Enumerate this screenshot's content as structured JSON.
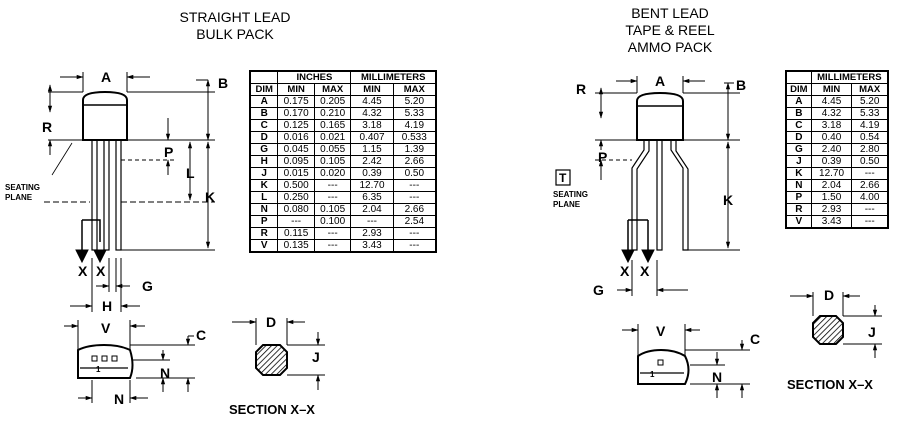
{
  "left": {
    "title": [
      "STRAIGHT LEAD",
      "BULK PACK"
    ],
    "labels": {
      "A": "A",
      "B": "B",
      "R": "R",
      "P": "P",
      "L": "L",
      "K": "K",
      "X1": "X",
      "X2": "X",
      "G": "G",
      "H": "H",
      "V": "V",
      "C": "C",
      "N1": "N",
      "N2": "N",
      "D": "D",
      "J": "J",
      "pin": "1"
    },
    "seating_plane": [
      "SEATING",
      "PLANE"
    ],
    "section": "SECTION X–X",
    "table": {
      "group_headers": [
        "INCHES",
        "MILLIMETERS"
      ],
      "col_headers": [
        "DIM",
        "MIN",
        "MAX",
        "MIN",
        "MAX"
      ],
      "rows": [
        [
          "A",
          "0.175",
          "0.205",
          "4.45",
          "5.20"
        ],
        [
          "B",
          "0.170",
          "0.210",
          "4.32",
          "5.33"
        ],
        [
          "C",
          "0.125",
          "0.165",
          "3.18",
          "4.19"
        ],
        [
          "D",
          "0.016",
          "0.021",
          "0.407",
          "0.533"
        ],
        [
          "G",
          "0.045",
          "0.055",
          "1.15",
          "1.39"
        ],
        [
          "H",
          "0.095",
          "0.105",
          "2.42",
          "2.66"
        ],
        [
          "J",
          "0.015",
          "0.020",
          "0.39",
          "0.50"
        ],
        [
          "K",
          "0.500",
          "---",
          "12.70",
          "---"
        ],
        [
          "L",
          "0.250",
          "---",
          "6.35",
          "---"
        ],
        [
          "N",
          "0.080",
          "0.105",
          "2.04",
          "2.66"
        ],
        [
          "P",
          "---",
          "0.100",
          "---",
          "2.54"
        ],
        [
          "R",
          "0.115",
          "---",
          "2.93",
          "---"
        ],
        [
          "V",
          "0.135",
          "---",
          "3.43",
          "---"
        ]
      ]
    }
  },
  "right": {
    "title": [
      "BENT LEAD",
      "TAPE & REEL",
      "AMMO PACK"
    ],
    "labels": {
      "A": "A",
      "B": "B",
      "R": "R",
      "P": "P",
      "K": "K",
      "T": "T",
      "X1": "X",
      "X2": "X",
      "G": "G",
      "V": "V",
      "C": "C",
      "N": "N",
      "D": "D",
      "J": "J",
      "pin": "1"
    },
    "seating_plane": [
      "SEATING",
      "PLANE"
    ],
    "section": "SECTION X–X",
    "table": {
      "group_headers": [
        "MILLIMETERS"
      ],
      "col_headers": [
        "DIM",
        "MIN",
        "MAX"
      ],
      "rows": [
        [
          "A",
          "4.45",
          "5.20"
        ],
        [
          "B",
          "4.32",
          "5.33"
        ],
        [
          "C",
          "3.18",
          "4.19"
        ],
        [
          "D",
          "0.40",
          "0.54"
        ],
        [
          "G",
          "2.40",
          "2.80"
        ],
        [
          "J",
          "0.39",
          "0.50"
        ],
        [
          "K",
          "12.70",
          "---"
        ],
        [
          "N",
          "2.04",
          "2.66"
        ],
        [
          "P",
          "1.50",
          "4.00"
        ],
        [
          "R",
          "2.93",
          "---"
        ],
        [
          "V",
          "3.43",
          "---"
        ]
      ]
    }
  }
}
